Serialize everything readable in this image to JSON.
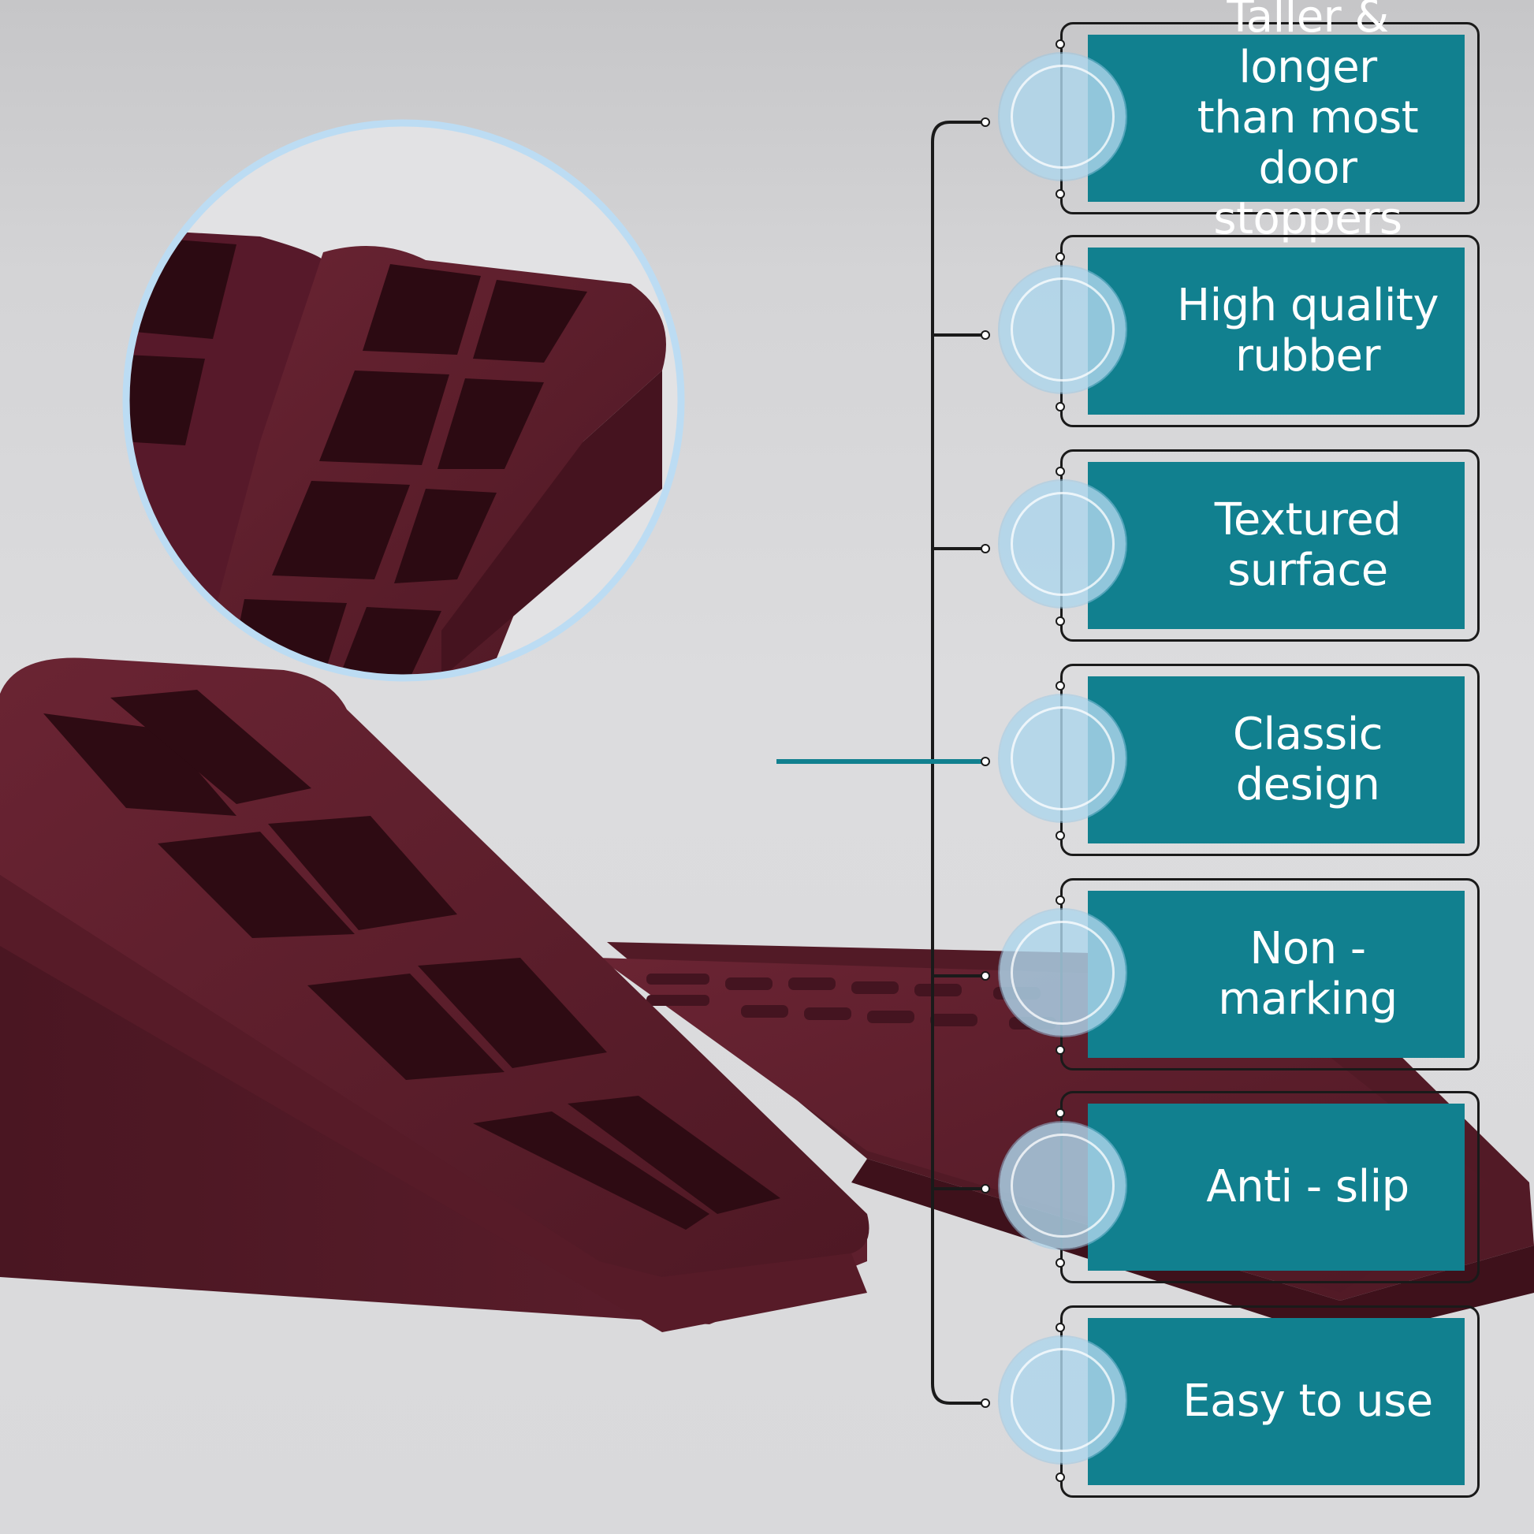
{
  "features": [
    {
      "text": "Taller & longer\nthan most\ndoor stoppers"
    },
    {
      "text": "High quality\nrubber"
    },
    {
      "text": "Textured\nsurface"
    },
    {
      "text": "Classic\ndesign"
    },
    {
      "text": "Non - marking"
    },
    {
      "text": "Anti - slip"
    },
    {
      "text": "Easy to use"
    }
  ],
  "colors": {
    "panel": "#11808f",
    "bubble": "#add6ec",
    "rubber": "#5c1f2c",
    "connector_accent": "#11808f",
    "frame": "#1a1a1a"
  },
  "icons": [
    "feature-bubble-icon",
    "connector-dot-icon"
  ]
}
